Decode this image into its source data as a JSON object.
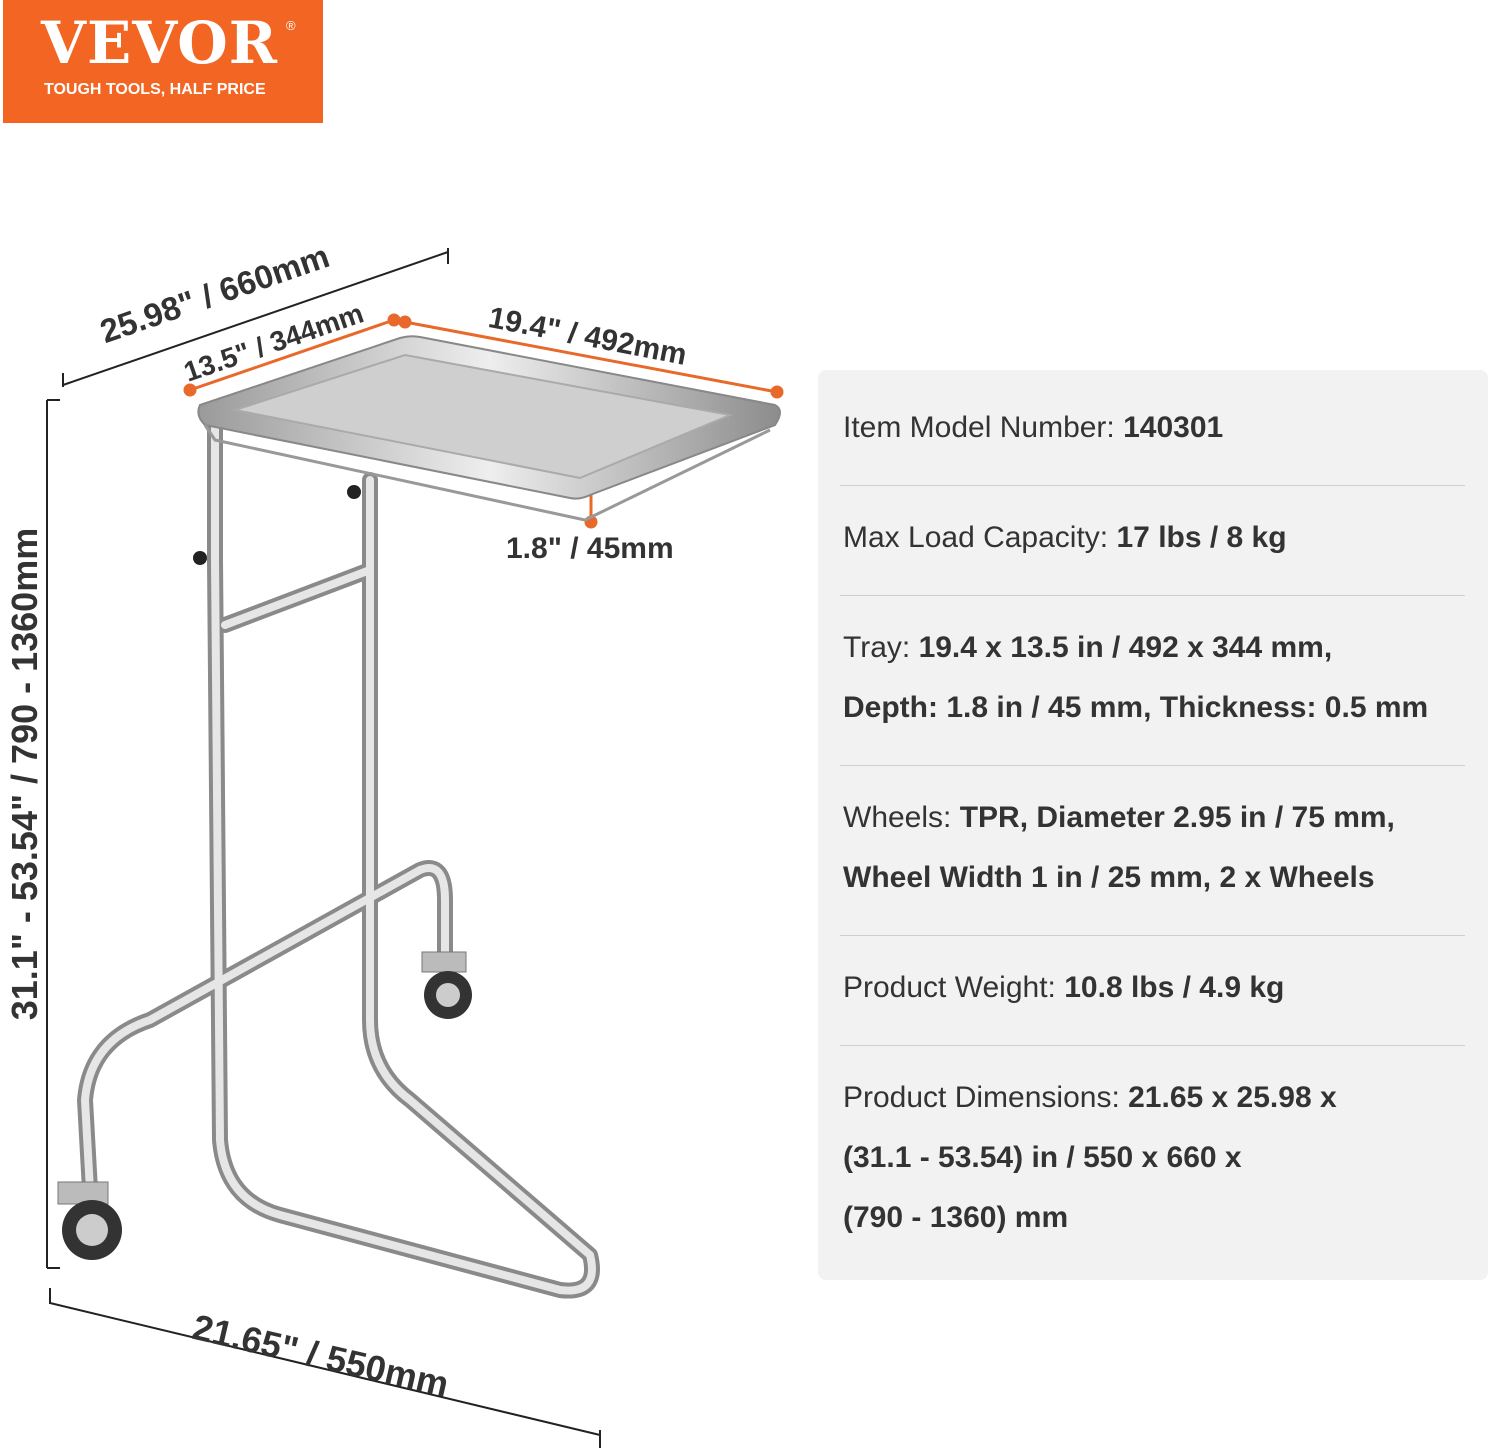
{
  "logo": {
    "brand": "VEVOR",
    "registered": "®",
    "tagline": "TOUGH TOOLS, HALF PRICE",
    "color": "#f26522"
  },
  "dimensions": {
    "overall_depth": "25.98\" / 660mm",
    "tray_width": "13.5\" / 344mm",
    "tray_length": "19.4\" / 492mm",
    "tray_depth": "1.8\" / 45mm",
    "height_range": "31.1\" - 53.54\" / 790 - 1360mm",
    "base_width": "21.65\" / 550mm"
  },
  "accent_color": "#e8692a",
  "specs": [
    {
      "label": "Item Model Number: ",
      "lines": [
        "140301"
      ]
    },
    {
      "label": "Max Load Capacity: ",
      "lines": [
        "17 lbs / 8 kg"
      ]
    },
    {
      "label": "Tray: ",
      "lines": [
        "19.4 x 13.5 in / 492 x 344 mm,",
        "Depth: 1.8 in / 45 mm, Thickness: 0.5 mm"
      ]
    },
    {
      "label": "Wheels: ",
      "lines": [
        "TPR, Diameter 2.95 in / 75 mm,",
        "Wheel Width 1 in / 25 mm, 2 x Wheels"
      ]
    },
    {
      "label": "Product Weight: ",
      "lines": [
        "10.8 lbs / 4.9 kg"
      ]
    },
    {
      "label": "Product Dimensions: ",
      "lines": [
        "21.65 x 25.98 x",
        "(31.1 - 53.54) in / 550 x 660 x",
        "(790 - 1360) mm"
      ]
    }
  ]
}
